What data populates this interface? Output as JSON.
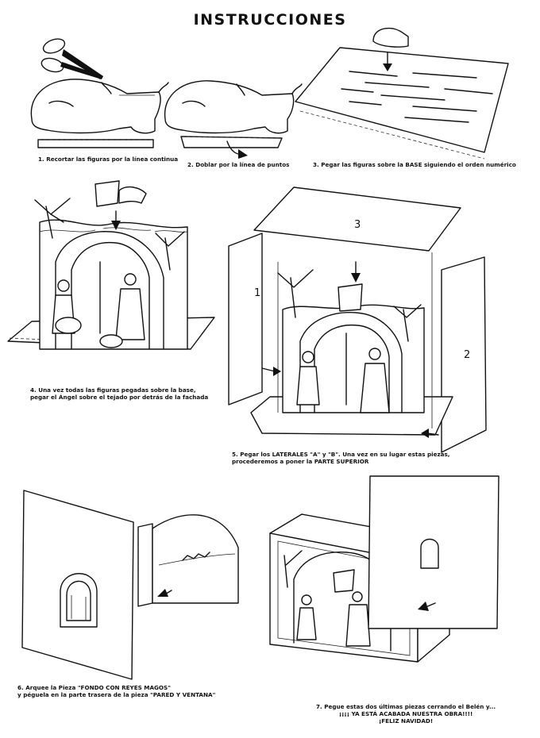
{
  "title": "INSTRUCCIONES",
  "steps": {
    "s1": "1. Recortar las figuras por la línea continua",
    "s2": "2. Doblar por la línea de puntos",
    "s3": "3. Pegar las figuras sobre la BASE siguiendo el orden numérico",
    "s4": [
      "4. Una vez todas las figuras pegadas sobre la base,",
      "pegar el Ángel sobre el tejado por detrás de la fachada"
    ],
    "s5": [
      "5. Pegar los LATERALES \"A\" y \"B\". Una vez en su lugar estas piezas,",
      "procederemos a poner la PARTE SUPERIOR"
    ],
    "s6": [
      "6. Arquee la Pieza \"FONDO CON REYES MAGOS\"",
      "y péguela en la parte trasera de la pieza \"PARED Y VENTANA\""
    ],
    "s7": [
      "7. Pegue estas dos últimas piezas cerrando el Belén y...",
      "¡¡¡¡ YA ESTÁ ACABADA NUESTRA OBRA!!!!",
      "¡FELIZ NAVIDAD!"
    ]
  },
  "labels": {
    "top": "3",
    "left": "1",
    "right": "2"
  }
}
